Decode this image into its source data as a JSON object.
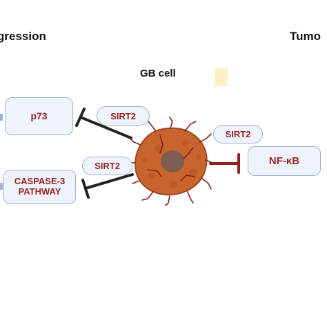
{
  "header": {
    "left_text": "gression",
    "right_text": "Tumo"
  },
  "cell_label": "GB cell",
  "nodes": {
    "p73": "p73",
    "caspase_line1": "CASPASE-3",
    "caspase_line2": "PATHWAY",
    "nfkb": "NF-κB"
  },
  "sirt2_labels": [
    "SIRT2",
    "SIRT2",
    "SIRT2"
  ],
  "colors": {
    "node_text": "#9a2321",
    "box_fill": "#eef3fb",
    "box_border": "#9fb2d6",
    "inhibitor_dark": "#222222",
    "inhibitor_red": "#8e2020",
    "cell_body": "#c8652e",
    "cell_nucleus": "#7d5d50",
    "vessel": "#8a1a1a",
    "accent_square": "#fbf0c6"
  },
  "icons": {
    "cell": "tumor-cell-icon",
    "inhibition": "inhibition-arrow-icon"
  }
}
